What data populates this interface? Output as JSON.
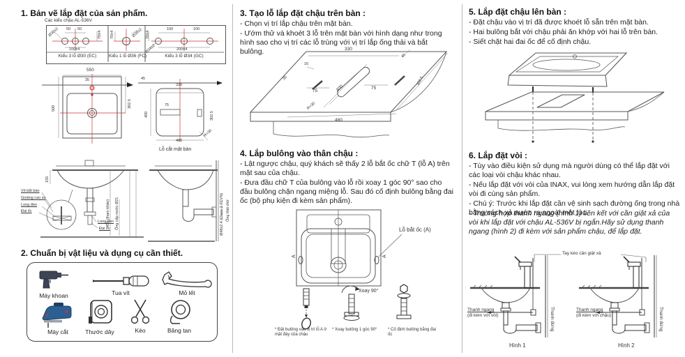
{
  "doc": {
    "colors": {
      "ink": "#222222",
      "line": "#555555",
      "accent_red": "#cc3333",
      "jigsaw_blue": "#2d5f92",
      "drill_dark": "#3d4454"
    }
  },
  "s1": {
    "title": "1. Bản vẽ lắp đặt của sản phẩm.",
    "models_label": "Các kiểu chậu AL-536V",
    "hole_types": [
      {
        "caption": "Kiểu 3 lỗ Ø30 (EC)",
        "d_top1": "50",
        "d_top2": "50",
        "d_bottom": "100±4",
        "d_side": "70±4",
        "d_hole": "Ø30±2"
      },
      {
        "caption": "Kiểu 1 lỗ Ø36 (FC)",
        "d_side": "70±4",
        "d_hole": "Ø36±2"
      },
      {
        "caption": "Kiểu 3 lỗ Ø34 (GC)",
        "d_top1": "100",
        "d_top2": "100",
        "d_bottom": "200±4",
        "d_side": "70±4",
        "d_hole": "Ø34±2"
      }
    ],
    "topview": {
      "d_width": "550",
      "d_height": "500",
      "d_tap": "35",
      "d_right": "302.5"
    },
    "cutout": {
      "label": "Lỗ cắt mặt bàn",
      "d_top": "45",
      "d_inner_w": "330",
      "d_inner_h": "400",
      "d_slot": "75",
      "d_bottom_w": "480",
      "d_right": "302.5",
      "d_radius": "R=30"
    },
    "front": {
      "callout_1": "Vít bắt bàn",
      "callout_2": "Gioăng cao su",
      "callout_3": "Long đen",
      "callout_4": "Đai ốc",
      "label_washer": "Long đen",
      "label_nut": "Đai ốc",
      "d_side": "155",
      "d_height": "450 (tham khảo)",
      "label_supply": "Ống cấp nước Ø21"
    },
    "side": {
      "label_pipe": "Ø48x2.4 (Class 2-TCVN)",
      "label_waste": "Ống thải chờ"
    }
  },
  "s2": {
    "title": "2. Chuẩn bị vật liệu và dụng cụ cần thiết.",
    "tools": [
      {
        "name": "Máy khoan"
      },
      {
        "name": "Tua vít"
      },
      {
        "name": "Mỏ lết"
      },
      {
        "name": "Máy cắt"
      },
      {
        "name": "Thước dây"
      },
      {
        "name": "Kéo"
      },
      {
        "name": "Băng tan"
      }
    ]
  },
  "s3": {
    "title": "3. Tạo lỗ lắp đặt chậu trên bàn :",
    "lines": [
      "- Chọn vị trí lắp chậu trên mặt bàn.",
      "- Ướm thử và khoét 3 lỗ trên mặt bàn với hình dạng như trong hình sao cho vị trí các lỗ trùng với vị trí lắp ống thải và bắt bulông."
    ],
    "dims": {
      "d330": "330",
      "d16": "16",
      "d35": "35",
      "d75l": "75",
      "d400": "400",
      "r30": "R=30",
      "d75r": "75",
      "d480": "480",
      "d45": "45",
      "d3025": "302.5"
    }
  },
  "s4": {
    "title": "4. Lắp bulông vào thân chậu :",
    "lines": [
      "- Lật ngược chậu, quý khách sẽ thấy 2 lỗ bắt ốc chữ T (lỗ A) trên mặt sau của chậu.",
      "- Đưa đầu chữ T của bulông vào lỗ rồi xoay 1 góc 90° sao cho đầu bulông chặn ngang miệng lỗ. Sau đó cố định bulông bằng đai ốc (bộ phụ kiện đi kèm sản phẩm)."
    ],
    "hole_label": "Lỗ bắt ốc (A)",
    "marker": "A",
    "rotate_label": "Xoay 90°",
    "captions": [
      "* Đặt bulông vào vị trí lỗ A ở mặt đáy của chậu",
      "* Xoay bulông 1 góc 90°",
      "* Cố định bulông bằng đai ốc"
    ]
  },
  "s5": {
    "title": "5. Lắp đặt chậu lên bàn :",
    "lines": [
      "- Đặt chậu vào vị trí đã được khoét lỗ sẵn trên mặt bàn.",
      "- Hai bulông bắt với chậu phải ăn khớp với hai lỗ trên bàn.",
      "- Siết chặt hai đai ốc để cố định chậu."
    ]
  },
  "s6": {
    "title": "6. Lắp đặt vòi :",
    "lines": [
      "- Tùy vào điều kiện sử dụng mà người dùng có thể lắp đặt với các loại vòi chậu khác nhau.",
      "- Nếu lắp đặt với vòi của INAX, vui lòng xem hướng dẫn lắp đặt vòi đi cùng sản phẩm.",
      "- Chú ý: Trước khi lắp đặt cần vệ sinh sạch đường ống trong nhà bằng cách xả nước ra ngoài một lúc."
    ],
    "note_italic": "- Trường hợp thanh ngang (hình 1) liên kết với cần giật xả của vòi khi lắp đặt với chậu AL-536V bị ngắn.Hãy sử dụng thanh ngang (hình 2) đi kèm với sản phẩm chậu, để lắp đặt.",
    "pull_label": "Tay kéo cần giật xả",
    "fig1": {
      "rod": "Thanh ngang",
      "rod_sub": "(đi kèm với vòi)",
      "vert": "Thanh đứng",
      "caption": "Hình 1"
    },
    "fig2": {
      "rod": "Thanh ngang",
      "rod_sub": "(đi kèm với chậu)",
      "vert": "Thanh đứng",
      "caption": "Hình 2"
    }
  }
}
